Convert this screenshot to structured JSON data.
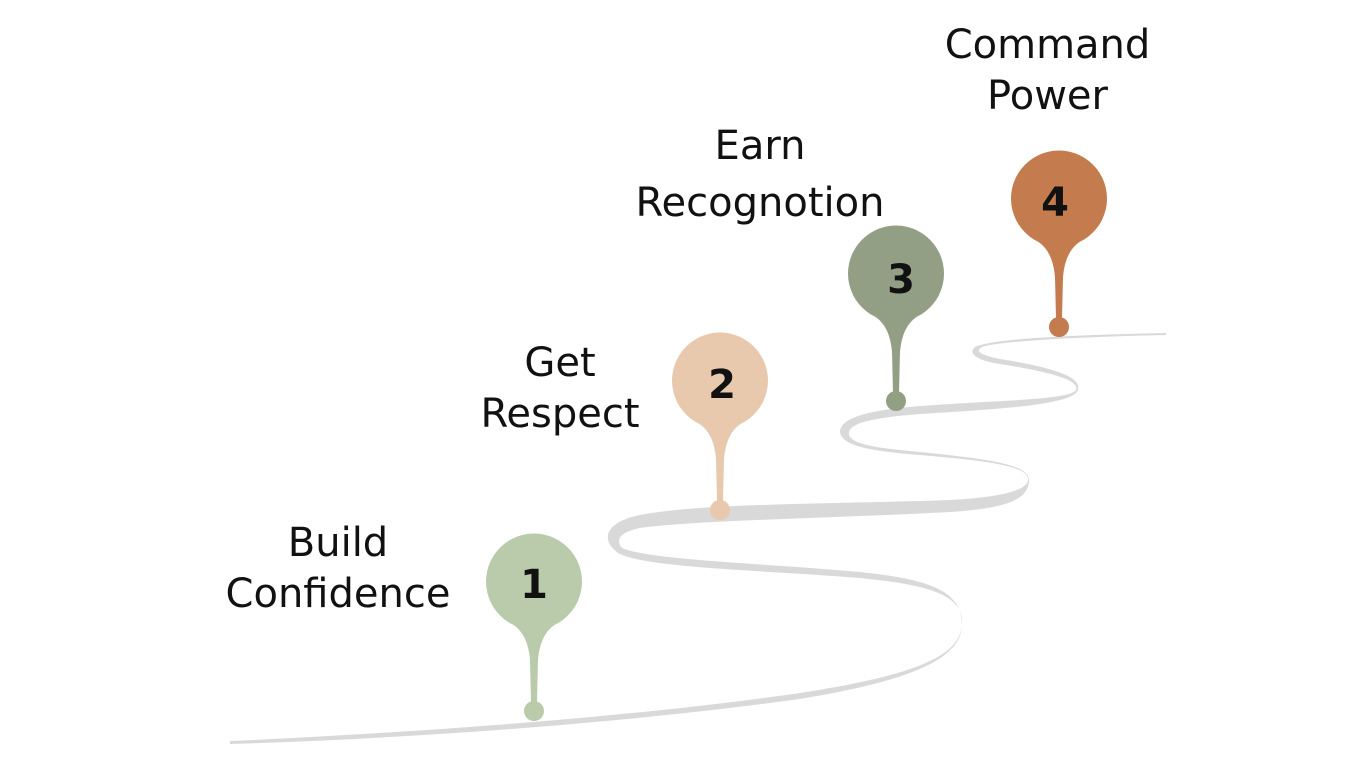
{
  "steps": [
    {
      "number": "1",
      "label_line1": "Build",
      "label_line2": "Confidence",
      "color": "#b9cbab"
    },
    {
      "number": "2",
      "label_line1": "Get",
      "label_line2": "Respect",
      "color": "#e8c9ad"
    },
    {
      "number": "3",
      "label_line1": "Earn",
      "label_line2": "Recognotion",
      "color": "#939f85"
    },
    {
      "number": "4",
      "label_line1": "Command",
      "label_line2": "Power",
      "color": "#c47b4d"
    }
  ],
  "road_color": "#d9d9d9"
}
